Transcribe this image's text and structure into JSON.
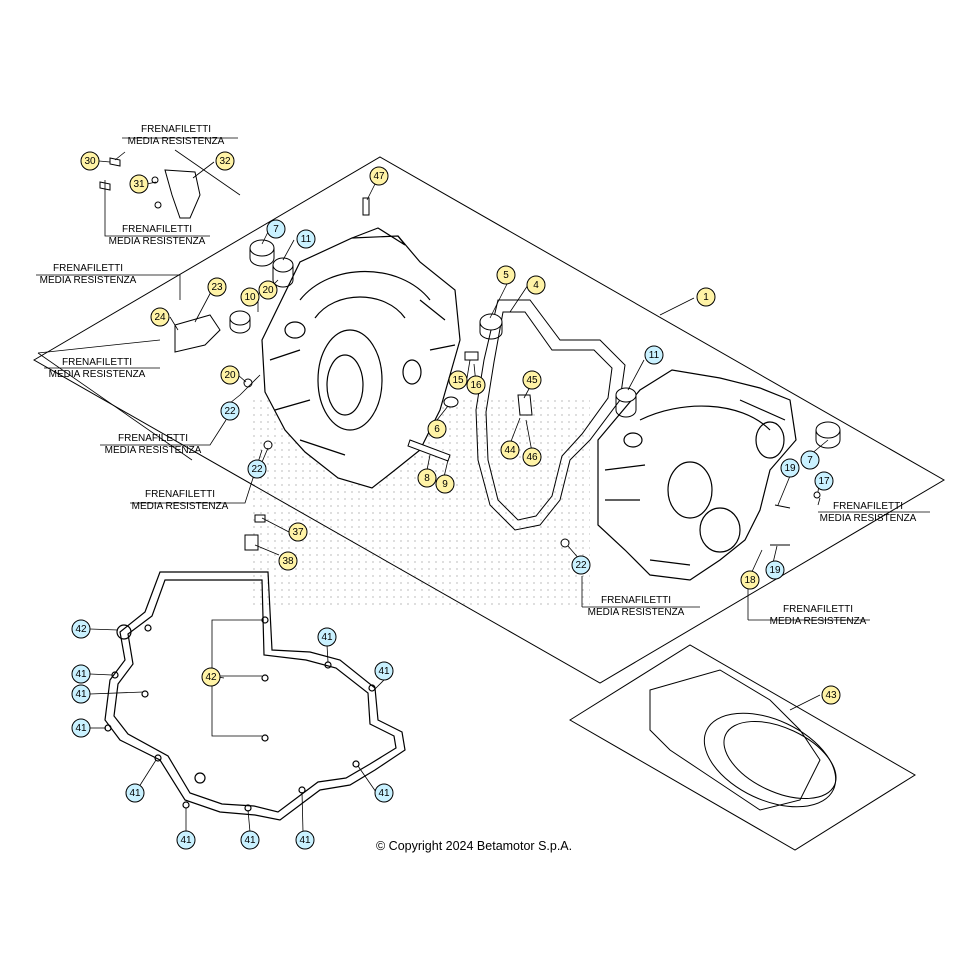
{
  "colors": {
    "badge_yellow": "#fff3a6",
    "badge_cyan": "#c9f1ff",
    "line": "#000000"
  },
  "copyright": "© Copyright 2024 Betamotor S.p.A.",
  "threadlock_label": {
    "line1": "FRENAFILETTI",
    "line2": "MEDIA RESISTENZA"
  },
  "badges": [
    {
      "id": "b30",
      "n": "30",
      "c": "yellow"
    },
    {
      "id": "b32",
      "n": "32",
      "c": "yellow"
    },
    {
      "id": "b31",
      "n": "31",
      "c": "yellow"
    },
    {
      "id": "b47",
      "n": "47",
      "c": "yellow"
    },
    {
      "id": "b7a",
      "n": "7",
      "c": "cyan"
    },
    {
      "id": "b11a",
      "n": "11",
      "c": "cyan"
    },
    {
      "id": "b10",
      "n": "10",
      "c": "yellow"
    },
    {
      "id": "b20a",
      "n": "20",
      "c": "yellow"
    },
    {
      "id": "b23",
      "n": "23",
      "c": "yellow"
    },
    {
      "id": "b24",
      "n": "24",
      "c": "yellow"
    },
    {
      "id": "b20b",
      "n": "20",
      "c": "yellow"
    },
    {
      "id": "b22a",
      "n": "22",
      "c": "cyan"
    },
    {
      "id": "b22b",
      "n": "22",
      "c": "cyan"
    },
    {
      "id": "b5",
      "n": "5",
      "c": "yellow"
    },
    {
      "id": "b4",
      "n": "4",
      "c": "yellow"
    },
    {
      "id": "b1",
      "n": "1",
      "c": "yellow"
    },
    {
      "id": "b15",
      "n": "15",
      "c": "yellow"
    },
    {
      "id": "b16",
      "n": "16",
      "c": "yellow"
    },
    {
      "id": "b45",
      "n": "45",
      "c": "yellow"
    },
    {
      "id": "b11b",
      "n": "11",
      "c": "cyan"
    },
    {
      "id": "b6",
      "n": "6",
      "c": "yellow"
    },
    {
      "id": "b44",
      "n": "44",
      "c": "yellow"
    },
    {
      "id": "b46",
      "n": "46",
      "c": "yellow"
    },
    {
      "id": "b8",
      "n": "8",
      "c": "yellow"
    },
    {
      "id": "b9",
      "n": "9",
      "c": "yellow"
    },
    {
      "id": "b7b",
      "n": "7",
      "c": "cyan"
    },
    {
      "id": "b19a",
      "n": "19",
      "c": "cyan"
    },
    {
      "id": "b17",
      "n": "17",
      "c": "cyan"
    },
    {
      "id": "b37",
      "n": "37",
      "c": "yellow"
    },
    {
      "id": "b38",
      "n": "38",
      "c": "yellow"
    },
    {
      "id": "b22c",
      "n": "22",
      "c": "cyan"
    },
    {
      "id": "b18",
      "n": "18",
      "c": "yellow"
    },
    {
      "id": "b19b",
      "n": "19",
      "c": "cyan"
    },
    {
      "id": "b42a",
      "n": "42",
      "c": "cyan"
    },
    {
      "id": "b42b",
      "n": "42",
      "c": "yellow"
    },
    {
      "id": "b41a",
      "n": "41",
      "c": "cyan"
    },
    {
      "id": "b41b",
      "n": "41",
      "c": "cyan"
    },
    {
      "id": "b41c",
      "n": "41",
      "c": "cyan"
    },
    {
      "id": "b41d",
      "n": "41",
      "c": "cyan"
    },
    {
      "id": "b41e",
      "n": "41",
      "c": "cyan"
    },
    {
      "id": "b41f",
      "n": "41",
      "c": "cyan"
    },
    {
      "id": "b41g",
      "n": "41",
      "c": "cyan"
    },
    {
      "id": "b41h",
      "n": "41",
      "c": "cyan"
    },
    {
      "id": "b41i",
      "n": "41",
      "c": "cyan"
    },
    {
      "id": "b41j",
      "n": "41",
      "c": "cyan"
    },
    {
      "id": "b41k",
      "n": "41",
      "c": "cyan"
    },
    {
      "id": "b43",
      "n": "43",
      "c": "yellow"
    }
  ]
}
